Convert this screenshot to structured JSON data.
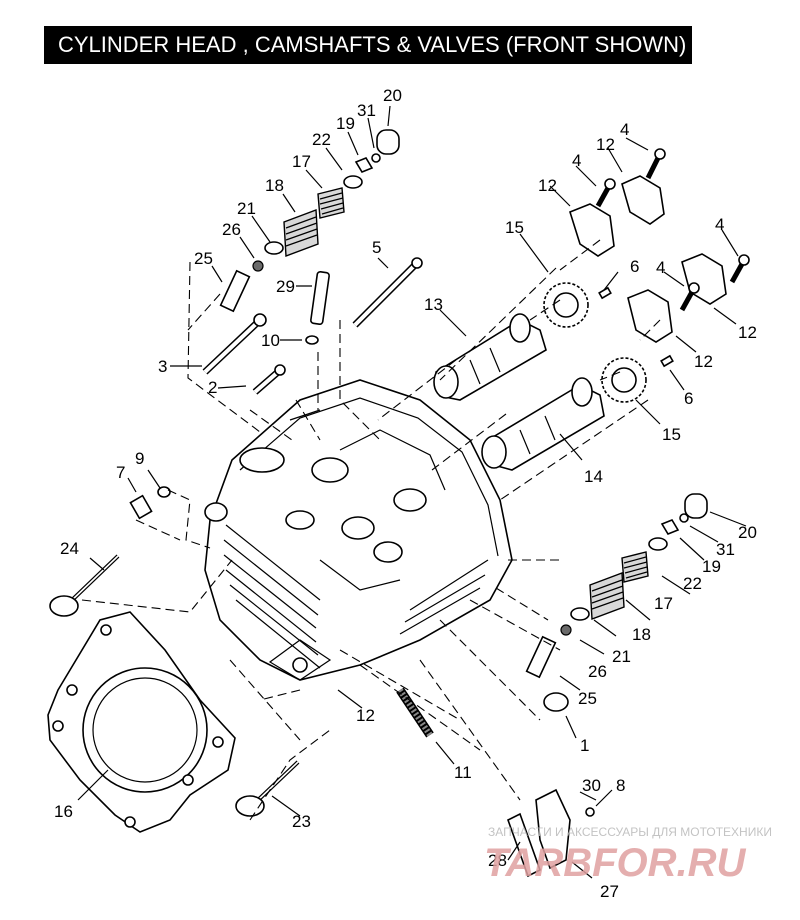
{
  "title": "CYLINDER HEAD , CAMSHAFTS &  VALVES (FRONT SHOWN)",
  "labels": {
    "l20a": "20",
    "l31a": "31",
    "l19a": "19",
    "l22a": "22",
    "l17a": "17",
    "l18a": "18",
    "l21a": "21",
    "l26a": "26",
    "l25a": "25",
    "l5": "5",
    "l29": "29",
    "l10": "10",
    "l3": "3",
    "l2": "2",
    "l15a": "15",
    "l13": "13",
    "l6a": "6",
    "l4a": "4",
    "l12a": "12",
    "l4b": "4",
    "l12b": "12",
    "l4c": "4",
    "l4d": "4",
    "l12c": "12",
    "l12d": "12",
    "l6b": "6",
    "l15b": "15",
    "l14": "14",
    "l7": "7",
    "l9": "9",
    "l24": "24",
    "l20b": "20",
    "l31b": "31",
    "l19b": "19",
    "l22b": "22",
    "l17b": "17",
    "l18b": "18",
    "l21b": "21",
    "l26b": "26",
    "l25b": "25",
    "l1": "1",
    "l12e": "12",
    "l11": "11",
    "l16": "16",
    "l23": "23",
    "l30": "30",
    "l8": "8",
    "l28": "28",
    "l27": "27"
  },
  "watermark": {
    "line1": "ЗАПЧАСТИ И АКСЕССУАРЫ ДЛЯ МОТОТЕХНИКИ",
    "line2": "TARBFOR.RU"
  }
}
